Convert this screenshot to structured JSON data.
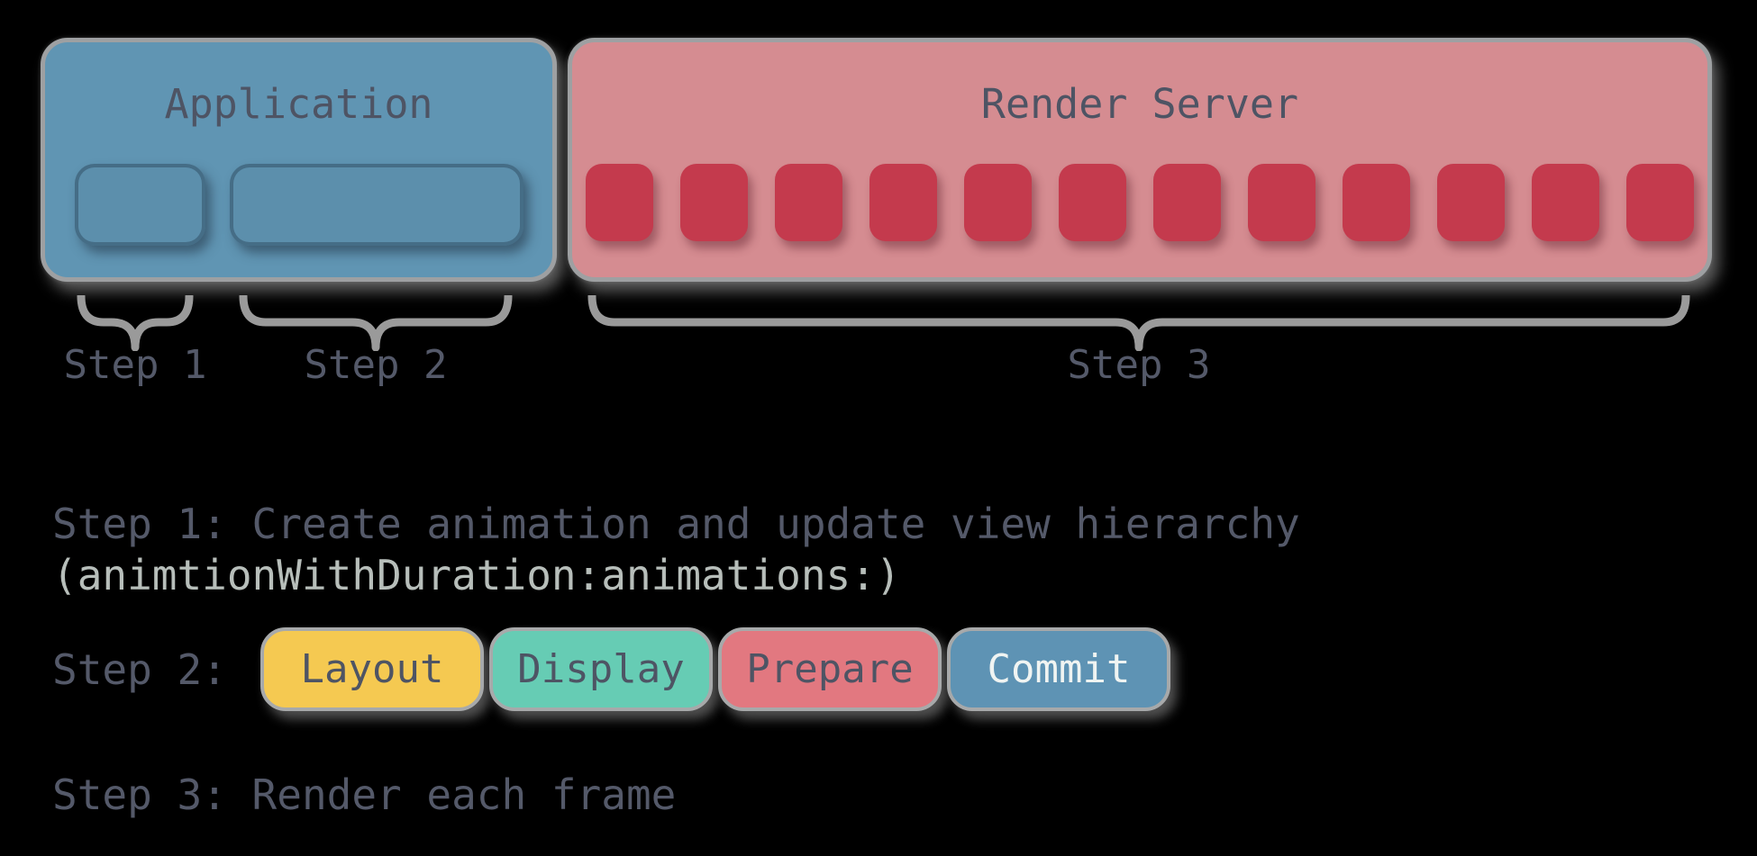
{
  "canvas": {
    "background": "#000000"
  },
  "diagram": {
    "application": {
      "title": "Application",
      "fill": "#6095b3",
      "inner_box_count": 2
    },
    "render_server": {
      "title": "Render Server",
      "fill": "#d58c91",
      "frame_count": 12,
      "frame_fill": "#c43a4d"
    },
    "brace_color": "#9a9a9a",
    "step_labels": [
      {
        "label": "Step 1"
      },
      {
        "label": "Step 2"
      },
      {
        "label": "Step 3"
      }
    ]
  },
  "legend": {
    "step1": {
      "line1": "Step 1: Create animation and update view hierarchy",
      "line2": "(animtionWithDuration:animations:)"
    },
    "step2": {
      "label": "Step 2:",
      "pills": [
        {
          "label": "Layout",
          "fill": "#f5c951",
          "text": "#4e5464"
        },
        {
          "label": "Display",
          "fill": "#66ccb4",
          "text": "#4e5464"
        },
        {
          "label": "Prepare",
          "fill": "#e27880",
          "text": "#4e5464"
        },
        {
          "label": "Commit",
          "fill": "#5e93b4",
          "text": "#f0f4f2"
        }
      ]
    },
    "step3": {
      "text": "Step 3: Render each frame"
    }
  },
  "text_colors": {
    "heading": "#4e5464",
    "body": "#545969",
    "code_light": "#b7beba"
  }
}
